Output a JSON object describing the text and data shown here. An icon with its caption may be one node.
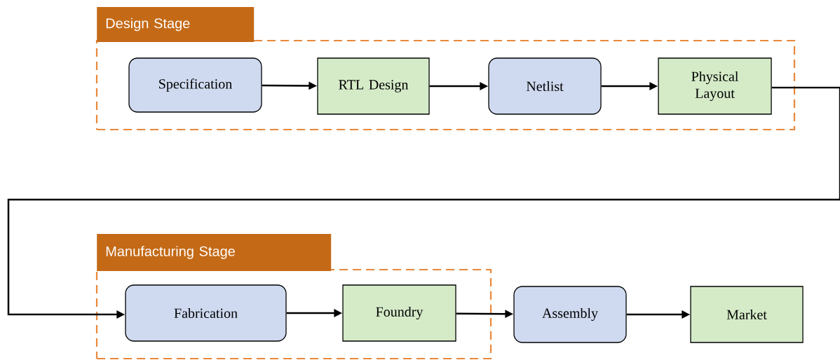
{
  "diagram": {
    "nodes": [
      {
        "text": [
          "Design Stage"
        ]
      },
      {
        "text": [
          "Specification"
        ],
        "in": 0
      },
      {
        "text": [
          "RTL Design"
        ],
        "in": 0
      },
      {
        "text": [
          "Netlist"
        ],
        "in": 0
      },
      {
        "text": [
          "Physical Layout"
        ],
        "in": 0
      },
      {
        "text": [
          "Manufacturing Stage"
        ]
      },
      {
        "text": [
          "Fabrication"
        ],
        "in": 5
      },
      {
        "text": [
          "Foundry"
        ],
        "in": 5
      },
      {
        "text": [
          "Assembly"
        ]
      },
      {
        "text": [
          "Market"
        ]
      }
    ],
    "edges": [
      {
        "from": 1,
        "to": 2,
        "arrow": "to"
      },
      {
        "from": 2,
        "to": 3,
        "arrow": "to"
      },
      {
        "from": 3,
        "to": 4,
        "arrow": "to"
      },
      {
        "from": 4,
        "to": 6,
        "arrow": "to"
      },
      {
        "from": 6,
        "to": 7,
        "arrow": "to"
      },
      {
        "from": 7,
        "to": 8,
        "arrow": "to"
      },
      {
        "from": 8,
        "to": 9,
        "arrow": "to"
      }
    ]
  }
}
